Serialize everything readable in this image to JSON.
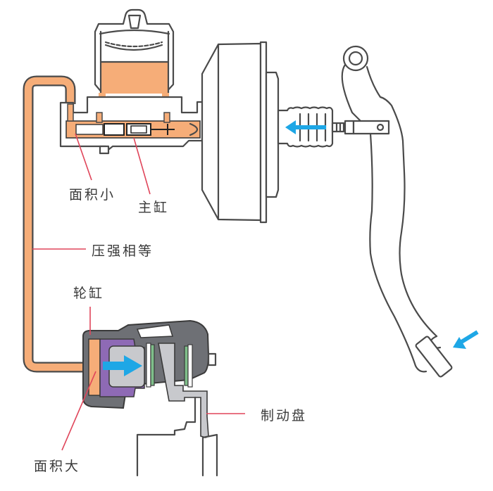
{
  "diagram": {
    "title": "Hydraulic brake system: master cylinder, brake booster, pedal and wheel cylinder caliper",
    "labels": {
      "small_area": "面积小",
      "master_cylinder": "主缸",
      "equal_pressure": "压强相等",
      "wheel_cylinder": "轮缸",
      "large_area": "面积大",
      "brake_disc": "制动盘"
    },
    "components": [
      "reservoir",
      "master-cylinder",
      "brake-booster",
      "push-rod",
      "brake-pedal",
      "brake-line",
      "caliper",
      "wheel-cylinder-piston",
      "brake-pads",
      "brake-disc"
    ],
    "force_arrows": [
      "pedal-press",
      "push-rod-left",
      "piston-right"
    ],
    "colors": {
      "fluid": "#f6ad78",
      "outline": "#4a4a4a",
      "leader": "#e0455a",
      "arrow": "#1ea7e6",
      "piston": "#8e6ab5",
      "caliper": "#6e7075",
      "pad_lining": "#7fbf8a",
      "disc": "#c8c9cd"
    }
  }
}
